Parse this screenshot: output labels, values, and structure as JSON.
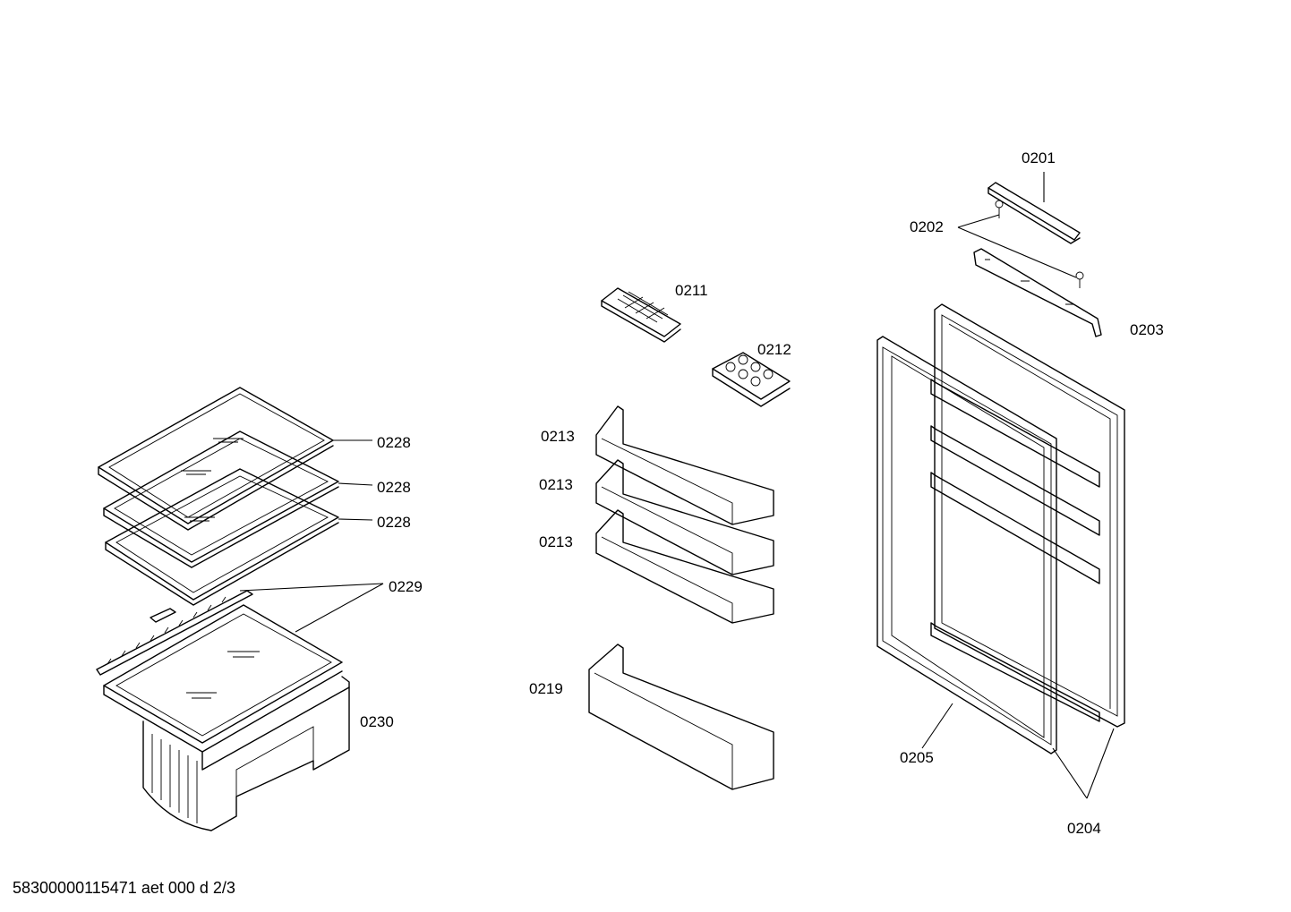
{
  "labels": {
    "p0201": "0201",
    "p0202": "0202",
    "p0203": "0203",
    "p0204": "0204",
    "p0205": "0205",
    "p0211": "0211",
    "p0212": "0212",
    "p0213a": "0213",
    "p0213b": "0213",
    "p0213c": "0213",
    "p0219": "0219",
    "p0228a": "0228",
    "p0228b": "0228",
    "p0228c": "0228",
    "p0229": "0229",
    "p0230": "0230"
  },
  "footer": "58300000115471 aet 000 d 2/3"
}
